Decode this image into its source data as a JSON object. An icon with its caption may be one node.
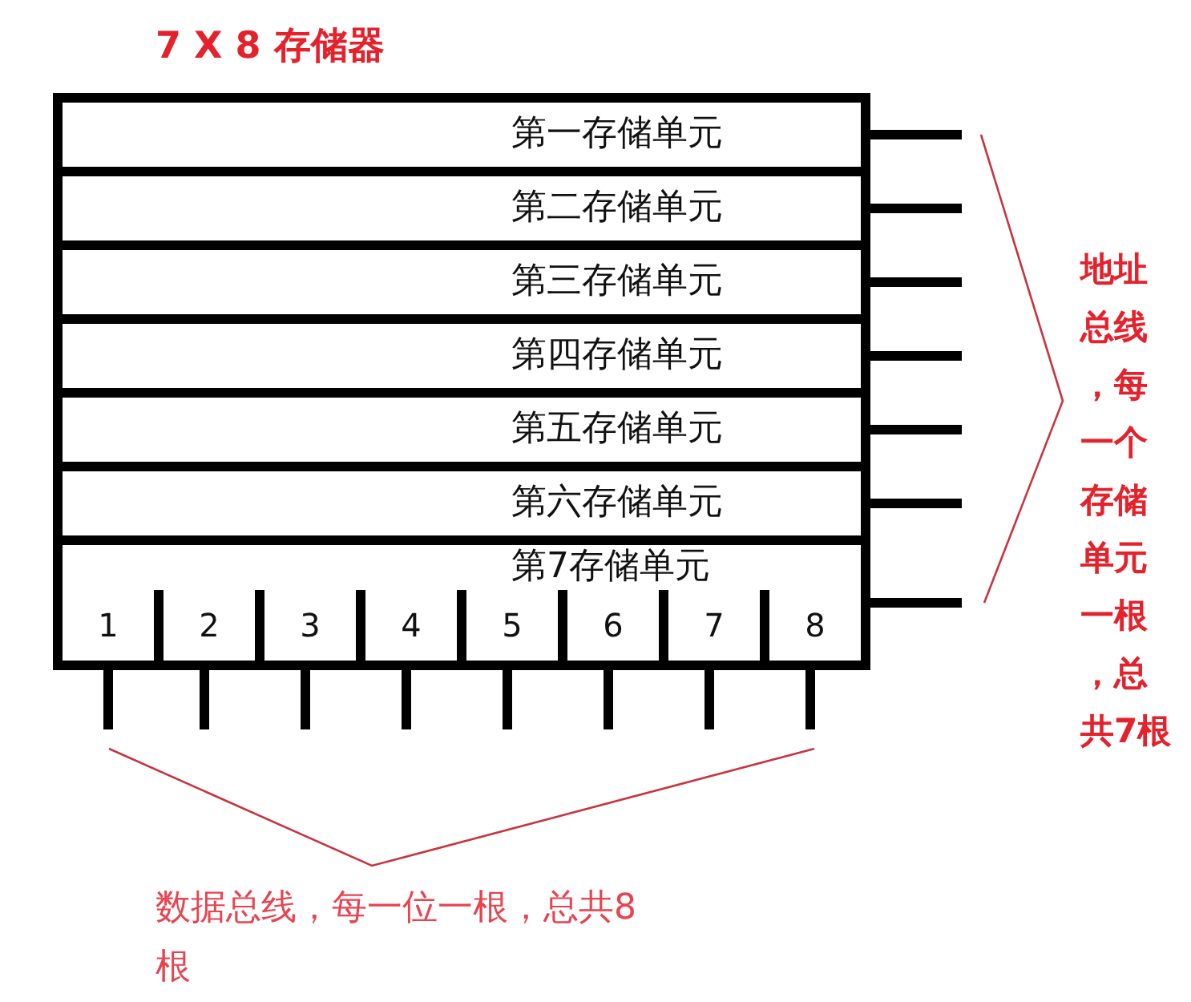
{
  "diagram": {
    "title": "7 X 8 存储器",
    "nodes": [
      {
        "text": [],
        "shape": "box"
      },
      {
        "text": [
          "第一存储单元"
        ],
        "in": 0
      },
      {
        "text": [
          "第二存储单元"
        ],
        "in": 0
      },
      {
        "text": [
          "第三存储单元"
        ],
        "in": 0
      },
      {
        "text": [
          "第四存储单元"
        ],
        "in": 0
      },
      {
        "text": [
          "第五存储单元"
        ],
        "in": 0
      },
      {
        "text": [
          "第六存储单元"
        ],
        "in": 0
      },
      {
        "text": [
          "第7存储单元"
        ],
        "in": 0
      },
      {
        "text": [
          "1"
        ],
        "in": 7
      },
      {
        "text": [
          "2"
        ],
        "in": 7
      },
      {
        "text": [
          "3"
        ],
        "in": 7
      },
      {
        "text": [
          "4"
        ],
        "in": 7
      },
      {
        "text": [
          "5"
        ],
        "in": 7
      },
      {
        "text": [
          "6"
        ],
        "in": 7
      },
      {
        "text": [
          "7"
        ],
        "in": 7
      },
      {
        "text": [
          "8"
        ],
        "in": 7
      }
    ],
    "edges": [
      {
        "from": 1,
        "to": null,
        "arrow": "none"
      },
      {
        "from": 2,
        "to": null,
        "arrow": "none"
      },
      {
        "from": 3,
        "to": null,
        "arrow": "none"
      },
      {
        "from": 4,
        "to": null,
        "arrow": "none"
      },
      {
        "from": 5,
        "to": null,
        "arrow": "none"
      },
      {
        "from": 6,
        "to": null,
        "arrow": "none"
      },
      {
        "from": 7,
        "to": null,
        "arrow": "none"
      },
      {
        "from": 8,
        "to": null,
        "arrow": "none"
      },
      {
        "from": 9,
        "to": null,
        "arrow": "none"
      },
      {
        "from": 10,
        "to": null,
        "arrow": "none"
      },
      {
        "from": 11,
        "to": null,
        "arrow": "none"
      },
      {
        "from": 12,
        "to": null,
        "arrow": "none"
      },
      {
        "from": 13,
        "to": null,
        "arrow": "none"
      },
      {
        "from": 14,
        "to": null,
        "arrow": "none"
      },
      {
        "from": 15,
        "to": null,
        "arrow": "none"
      }
    ],
    "labels": [
      "地址总线，每一个存储单元一根，总共7根",
      "数据总线，每一位一根，总共8根"
    ]
  }
}
